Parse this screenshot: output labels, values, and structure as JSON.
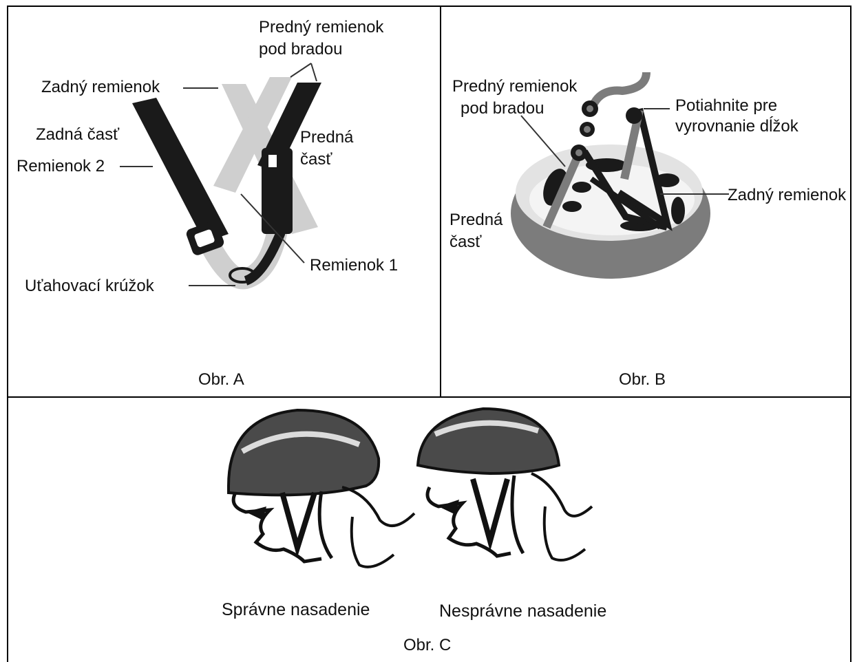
{
  "figure_a": {
    "caption": "Obr. A",
    "labels": {
      "front_chin_strap_line1": "Predný remienok",
      "front_chin_strap_line2": "pod bradou",
      "rear_strap": "Zadný remienok",
      "rear_part": "Zadná časť",
      "strap_2": "Remienok 2",
      "front_part_line1": "Predná",
      "front_part_line2": "časť",
      "strap_1": "Remienok 1",
      "tightening_ring": "Uťahovací krúžok"
    }
  },
  "figure_b": {
    "caption": "Obr. B",
    "labels": {
      "front_chin_strap_line1": "Predný remienok",
      "front_chin_strap_line2": "pod bradou",
      "pull_line1": "Potiahnite pre",
      "pull_line2": "vyrovnanie dĺžok",
      "rear_strap": "Zadný remienok",
      "front_part_line1": "Predná",
      "front_part_line2": "časť"
    }
  },
  "figure_c": {
    "caption": "Obr. C",
    "correct_label": "Správne nasadenie",
    "incorrect_label": "Nesprávne nasadenie"
  }
}
